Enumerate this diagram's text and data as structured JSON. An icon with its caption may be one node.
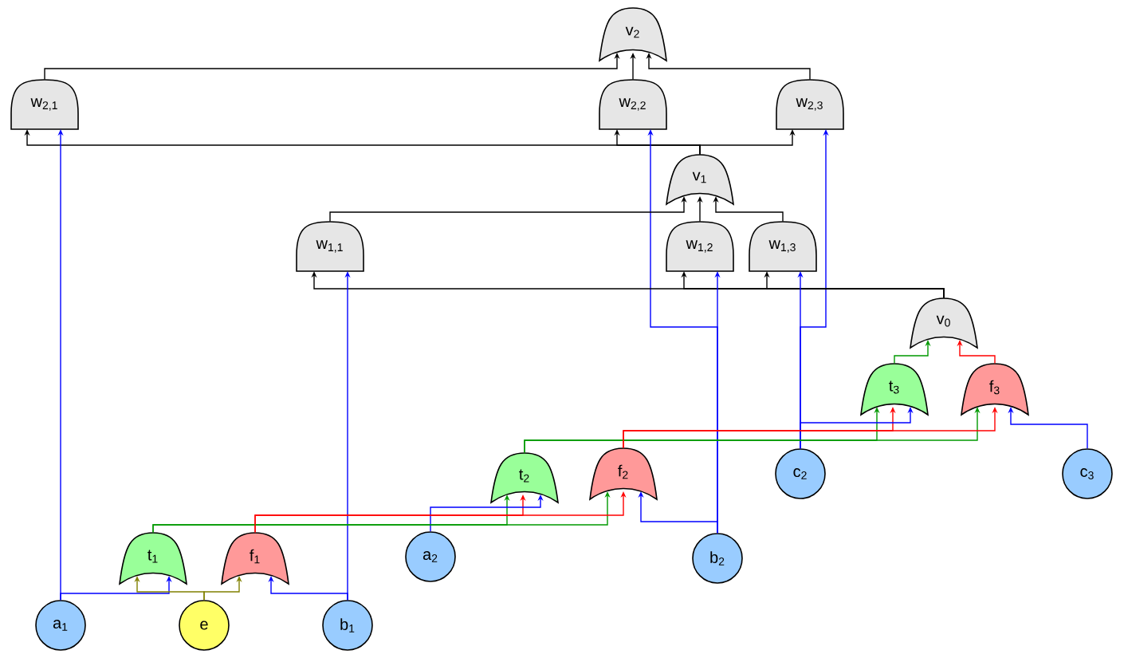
{
  "diagram": {
    "nodes": [
      {
        "text": [
          "v$_{2}$"
        ]
      },
      {
        "text": [
          "w$_{2,1}$"
        ]
      },
      {
        "text": [
          "w$_{2,2}$"
        ]
      },
      {
        "text": [
          "w$_{2,3}$"
        ]
      },
      {
        "text": [
          "v$_{1}$"
        ]
      },
      {
        "text": [
          "w$_{1,1}$"
        ]
      },
      {
        "text": [
          "w$_{1,2}$"
        ]
      },
      {
        "text": [
          "w$_{1,3}$"
        ]
      },
      {
        "text": [
          "v$_{0}$"
        ]
      },
      {
        "text": [
          "t$_{3}$"
        ]
      },
      {
        "text": [
          "f$_{3}$"
        ]
      },
      {
        "text": [
          "t$_{2}$"
        ]
      },
      {
        "text": [
          "f$_{2}$"
        ]
      },
      {
        "text": [
          "c$_{2}$"
        ]
      },
      {
        "text": [
          "c$_{3}$"
        ]
      },
      {
        "text": [
          "t$_{1}$"
        ]
      },
      {
        "text": [
          "f$_{1}$"
        ]
      },
      {
        "text": [
          "a$_{2}$"
        ]
      },
      {
        "text": [
          "b$_{2}$"
        ]
      },
      {
        "text": [
          "a$_{1}$"
        ]
      },
      {
        "text": [
          "e"
        ]
      },
      {
        "text": [
          "b$_{1}$"
        ]
      }
    ],
    "edges": [
      {
        "from": 1,
        "to": 0,
        "arrow": "to"
      },
      {
        "from": 2,
        "to": 0,
        "arrow": "to"
      },
      {
        "from": 3,
        "to": 0,
        "arrow": "to"
      },
      {
        "from": 4,
        "to": 1,
        "arrow": "to"
      },
      {
        "from": 19,
        "to": 1,
        "arrow": "to",
        "color": "#0000ff"
      },
      {
        "from": 4,
        "to": 2,
        "arrow": "to"
      },
      {
        "from": 18,
        "to": 2,
        "arrow": "to",
        "color": "#0000ff"
      },
      {
        "from": 4,
        "to": 3,
        "arrow": "to"
      },
      {
        "from": 13,
        "to": 3,
        "arrow": "to",
        "color": "#0000ff"
      },
      {
        "from": 5,
        "to": 4,
        "arrow": "to"
      },
      {
        "from": 6,
        "to": 4,
        "arrow": "to"
      },
      {
        "from": 7,
        "to": 4,
        "arrow": "to"
      },
      {
        "from": 8,
        "to": 5,
        "arrow": "to"
      },
      {
        "from": 21,
        "to": 5,
        "arrow": "to",
        "color": "#0000ff"
      },
      {
        "from": 8,
        "to": 6,
        "arrow": "to"
      },
      {
        "from": 18,
        "to": 6,
        "arrow": "to",
        "color": "#0000ff"
      },
      {
        "from": 8,
        "to": 7,
        "arrow": "to"
      },
      {
        "from": 13,
        "to": 7,
        "arrow": "to",
        "color": "#0000ff"
      },
      {
        "from": 9,
        "to": 8,
        "arrow": "to",
        "color": "#009900"
      },
      {
        "from": 10,
        "to": 8,
        "arrow": "to",
        "color": "#ff0000"
      },
      {
        "from": 11,
        "to": 9,
        "arrow": "to",
        "color": "#009900"
      },
      {
        "from": 12,
        "to": 9,
        "arrow": "to",
        "color": "#ff0000"
      },
      {
        "from": 13,
        "to": 9,
        "arrow": "to",
        "color": "#0000ff"
      },
      {
        "from": 11,
        "to": 10,
        "arrow": "to",
        "color": "#009900"
      },
      {
        "from": 12,
        "to": 10,
        "arrow": "to",
        "color": "#ff0000"
      },
      {
        "from": 14,
        "to": 10,
        "arrow": "to",
        "color": "#0000ff"
      },
      {
        "from": 15,
        "to": 11,
        "arrow": "to",
        "color": "#009900"
      },
      {
        "from": 16,
        "to": 11,
        "arrow": "to",
        "color": "#ff0000"
      },
      {
        "from": 17,
        "to": 11,
        "arrow": "to",
        "color": "#0000ff"
      },
      {
        "from": 15,
        "to": 12,
        "arrow": "to",
        "color": "#009900"
      },
      {
        "from": 16,
        "to": 12,
        "arrow": "to",
        "color": "#ff0000"
      },
      {
        "from": 18,
        "to": 12,
        "arrow": "to",
        "color": "#0000ff"
      },
      {
        "from": 19,
        "to": 15,
        "arrow": "to",
        "color": "#0000ff"
      },
      {
        "from": 20,
        "to": 15,
        "arrow": "to",
        "color": "#808000"
      },
      {
        "from": 20,
        "to": 16,
        "arrow": "to",
        "color": "#808000"
      },
      {
        "from": 21,
        "to": 16,
        "arrow": "to",
        "color": "#0000ff"
      }
    ]
  }
}
